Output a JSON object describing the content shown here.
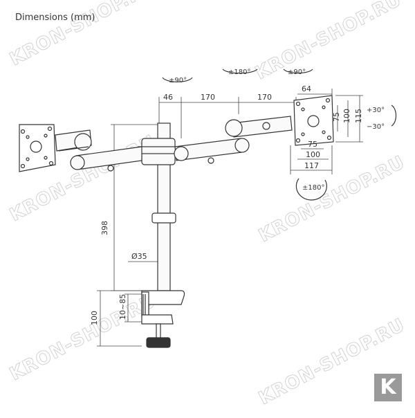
{
  "header": {
    "title": "Dimensions (mm)"
  },
  "rotations": {
    "left_arm": "±90°",
    "center_arm": "±180°",
    "right_arm": "±90°",
    "monitor_spin": "±180°",
    "tilt_up": "+30°",
    "tilt_down": "−30°"
  },
  "dimensions": {
    "arm_offset": "46",
    "arm_segment_1": "170",
    "arm_segment_2": "170",
    "vesa_offset": "64",
    "vesa_115": "115",
    "vesa_100_v": "100",
    "vesa_75_v": "75",
    "vesa_75_h": "75",
    "vesa_100_h": "100",
    "vesa_117": "117",
    "pole_height": "398",
    "pole_diameter": "Ø35",
    "clamp_range": "10~85",
    "clamp_height": "100"
  },
  "watermark": {
    "text": "KRON-SHOP.RU",
    "logo_letter": "K"
  }
}
